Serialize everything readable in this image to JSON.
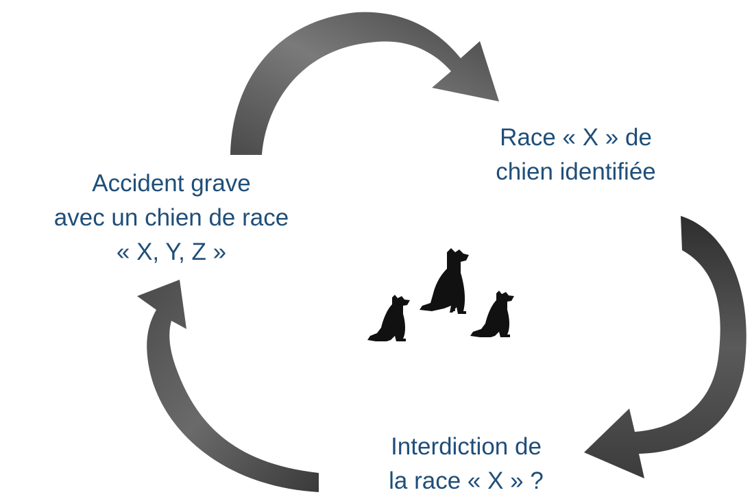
{
  "diagram": {
    "nodes": {
      "top_right": {
        "lines": [
          "Race « X » de",
          "chien identifiée"
        ]
      },
      "left": {
        "lines": [
          "Accident grave",
          "avec un chien de race",
          "« X, Y, Z »"
        ]
      },
      "bottom": {
        "lines": [
          "Interdiction de",
          "la race « X » ?"
        ]
      }
    },
    "edges": [
      {
        "from": "left",
        "to": "top_right"
      },
      {
        "from": "top_right",
        "to": "bottom"
      },
      {
        "from": "bottom",
        "to": "left"
      }
    ],
    "center_icon": "three-dogs-silhouette-icon"
  },
  "colors": {
    "text": "#1f4e79",
    "arrow_light": "#6e6e6e",
    "arrow_dark": "#3a3a3a",
    "silhouette": "#111111"
  }
}
